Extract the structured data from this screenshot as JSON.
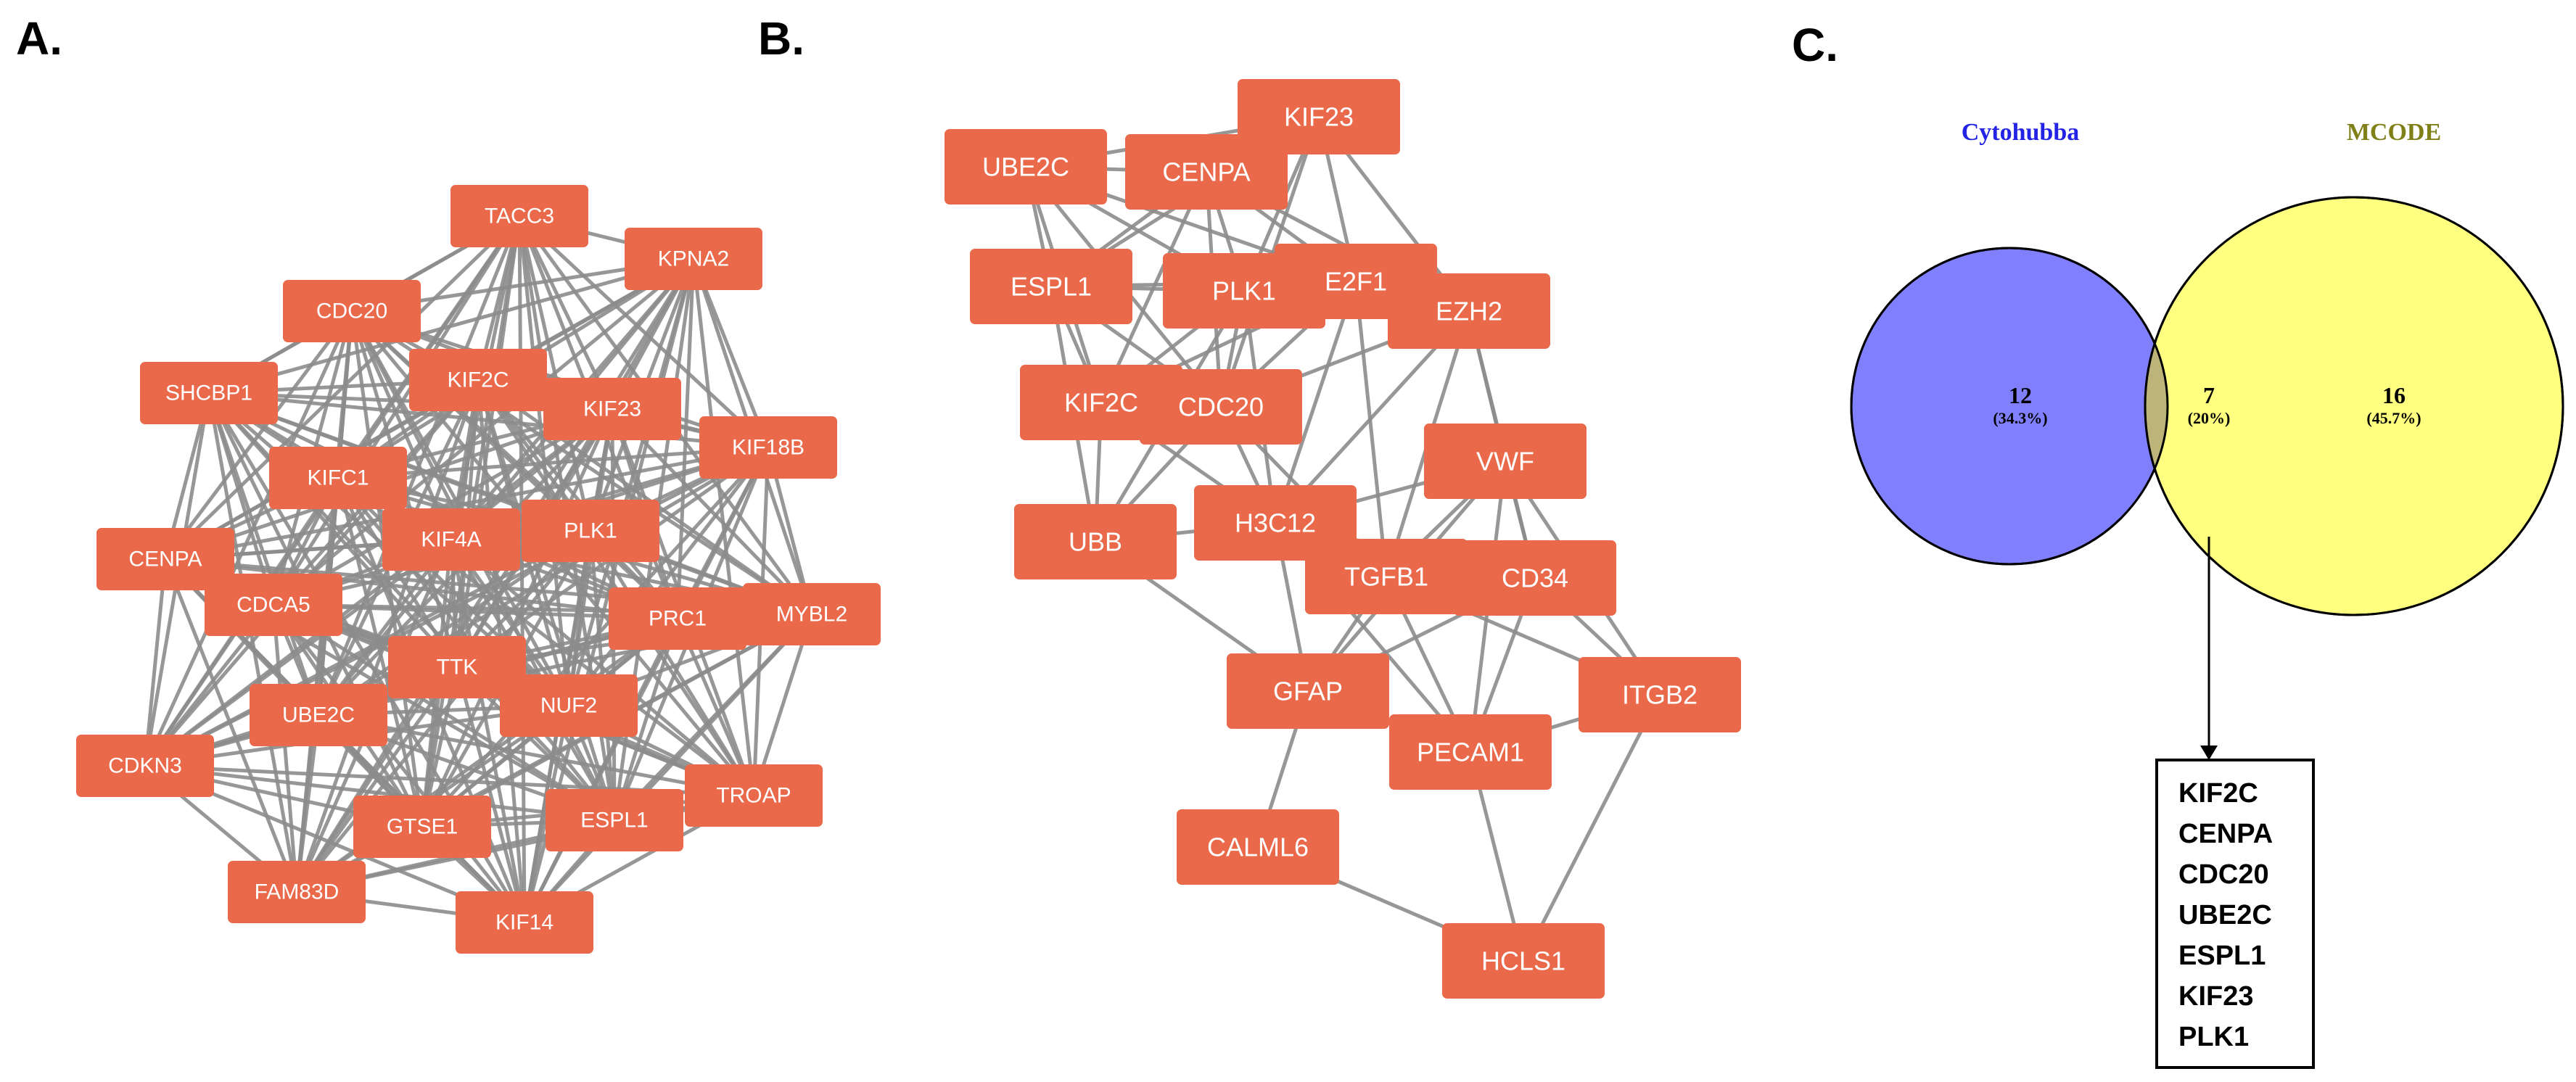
{
  "panels": {
    "a": {
      "label": "A.",
      "nodes": [
        "TACC3",
        "KPNA2",
        "CDC20",
        "SHCBP1",
        "KIF2C",
        "KIF23",
        "KIF18B",
        "KIFC1",
        "KIF4A",
        "PLK1",
        "CENPA",
        "CDCA5",
        "PRC1",
        "MYBL2",
        "TTK",
        "NUF2",
        "UBE2C",
        "CDKN3",
        "TROAP",
        "ESPL1",
        "GTSE1",
        "FAM83D",
        "KIF14"
      ]
    },
    "b": {
      "label": "B.",
      "nodes": [
        "KIF23",
        "UBE2C",
        "CENPA",
        "ESPL1",
        "PLK1",
        "E2F1",
        "EZH2",
        "KIF2C",
        "CDC20",
        "VWF",
        "UBB",
        "H3C12",
        "TGFB1",
        "CD34",
        "ITGB2",
        "GFAP",
        "PECAM1",
        "CALML6",
        "HCLS1"
      ],
      "edges": [
        [
          "UBE2C",
          "CENPA"
        ],
        [
          "UBE2C",
          "KIF23"
        ],
        [
          "CENPA",
          "KIF23"
        ],
        [
          "UBE2C",
          "ESPL1"
        ],
        [
          "UBE2C",
          "PLK1"
        ],
        [
          "UBE2C",
          "KIF2C"
        ],
        [
          "UBE2C",
          "CDC20"
        ],
        [
          "UBE2C",
          "E2F1"
        ],
        [
          "CENPA",
          "ESPL1"
        ],
        [
          "CENPA",
          "PLK1"
        ],
        [
          "CENPA",
          "E2F1"
        ],
        [
          "CENPA",
          "KIF2C"
        ],
        [
          "CENPA",
          "CDC20"
        ],
        [
          "CENPA",
          "EZH2"
        ],
        [
          "KIF23",
          "PLK1"
        ],
        [
          "KIF23",
          "E2F1"
        ],
        [
          "KIF23",
          "EZH2"
        ],
        [
          "KIF23",
          "ESPL1"
        ],
        [
          "KIF23",
          "CDC20"
        ],
        [
          "ESPL1",
          "PLK1"
        ],
        [
          "ESPL1",
          "KIF2C"
        ],
        [
          "ESPL1",
          "CDC20"
        ],
        [
          "ESPL1",
          "UBB"
        ],
        [
          "ESPL1",
          "E2F1"
        ],
        [
          "PLK1",
          "E2F1"
        ],
        [
          "PLK1",
          "KIF2C"
        ],
        [
          "PLK1",
          "CDC20"
        ],
        [
          "PLK1",
          "H3C12"
        ],
        [
          "PLK1",
          "EZH2"
        ],
        [
          "PLK1",
          "UBB"
        ],
        [
          "E2F1",
          "EZH2"
        ],
        [
          "E2F1",
          "CDC20"
        ],
        [
          "E2F1",
          "KIF2C"
        ],
        [
          "E2F1",
          "H3C12"
        ],
        [
          "E2F1",
          "TGFB1"
        ],
        [
          "EZH2",
          "CDC20"
        ],
        [
          "EZH2",
          "H3C12"
        ],
        [
          "EZH2",
          "VWF"
        ],
        [
          "EZH2",
          "CD34"
        ],
        [
          "EZH2",
          "TGFB1"
        ],
        [
          "KIF2C",
          "CDC20"
        ],
        [
          "KIF2C",
          "UBB"
        ],
        [
          "KIF2C",
          "H3C12"
        ],
        [
          "CDC20",
          "UBB"
        ],
        [
          "CDC20",
          "H3C12"
        ],
        [
          "CDC20",
          "TGFB1"
        ],
        [
          "UBB",
          "H3C12"
        ],
        [
          "UBB",
          "GFAP"
        ],
        [
          "H3C12",
          "VWF"
        ],
        [
          "H3C12",
          "TGFB1"
        ],
        [
          "H3C12",
          "CD34"
        ],
        [
          "H3C12",
          "GFAP"
        ],
        [
          "H3C12",
          "PECAM1"
        ],
        [
          "VWF",
          "TGFB1"
        ],
        [
          "VWF",
          "CD34"
        ],
        [
          "VWF",
          "PECAM1"
        ],
        [
          "VWF",
          "GFAP"
        ],
        [
          "VWF",
          "ITGB2"
        ],
        [
          "TGFB1",
          "CD34"
        ],
        [
          "TGFB1",
          "GFAP"
        ],
        [
          "TGFB1",
          "PECAM1"
        ],
        [
          "TGFB1",
          "ITGB2"
        ],
        [
          "CD34",
          "PECAM1"
        ],
        [
          "CD34",
          "ITGB2"
        ],
        [
          "CD34",
          "GFAP"
        ],
        [
          "GFAP",
          "PECAM1"
        ],
        [
          "GFAP",
          "CALML6"
        ],
        [
          "PECAM1",
          "ITGB2"
        ],
        [
          "PECAM1",
          "HCLS1"
        ],
        [
          "ITGB2",
          "HCLS1"
        ],
        [
          "CALML6",
          "HCLS1"
        ]
      ]
    },
    "c": {
      "label": "C.",
      "sets": [
        {
          "name": "Cytohubba",
          "count": "12",
          "percent": "(34.3%)",
          "fill": "#8080ff",
          "title_color": "#2323e6"
        },
        {
          "name": "MCODE",
          "count": "16",
          "percent": "(45.7%)",
          "fill": "#ffff80",
          "title_color": "#808018"
        }
      ],
      "overlap": {
        "count": "7",
        "percent": "(20%)",
        "fill": "#bdb47a"
      },
      "overlap_genes": [
        "KIF2C",
        "CENPA",
        "CDC20",
        "UBE2C",
        "ESPL1",
        "KIF23",
        "PLK1"
      ]
    }
  }
}
